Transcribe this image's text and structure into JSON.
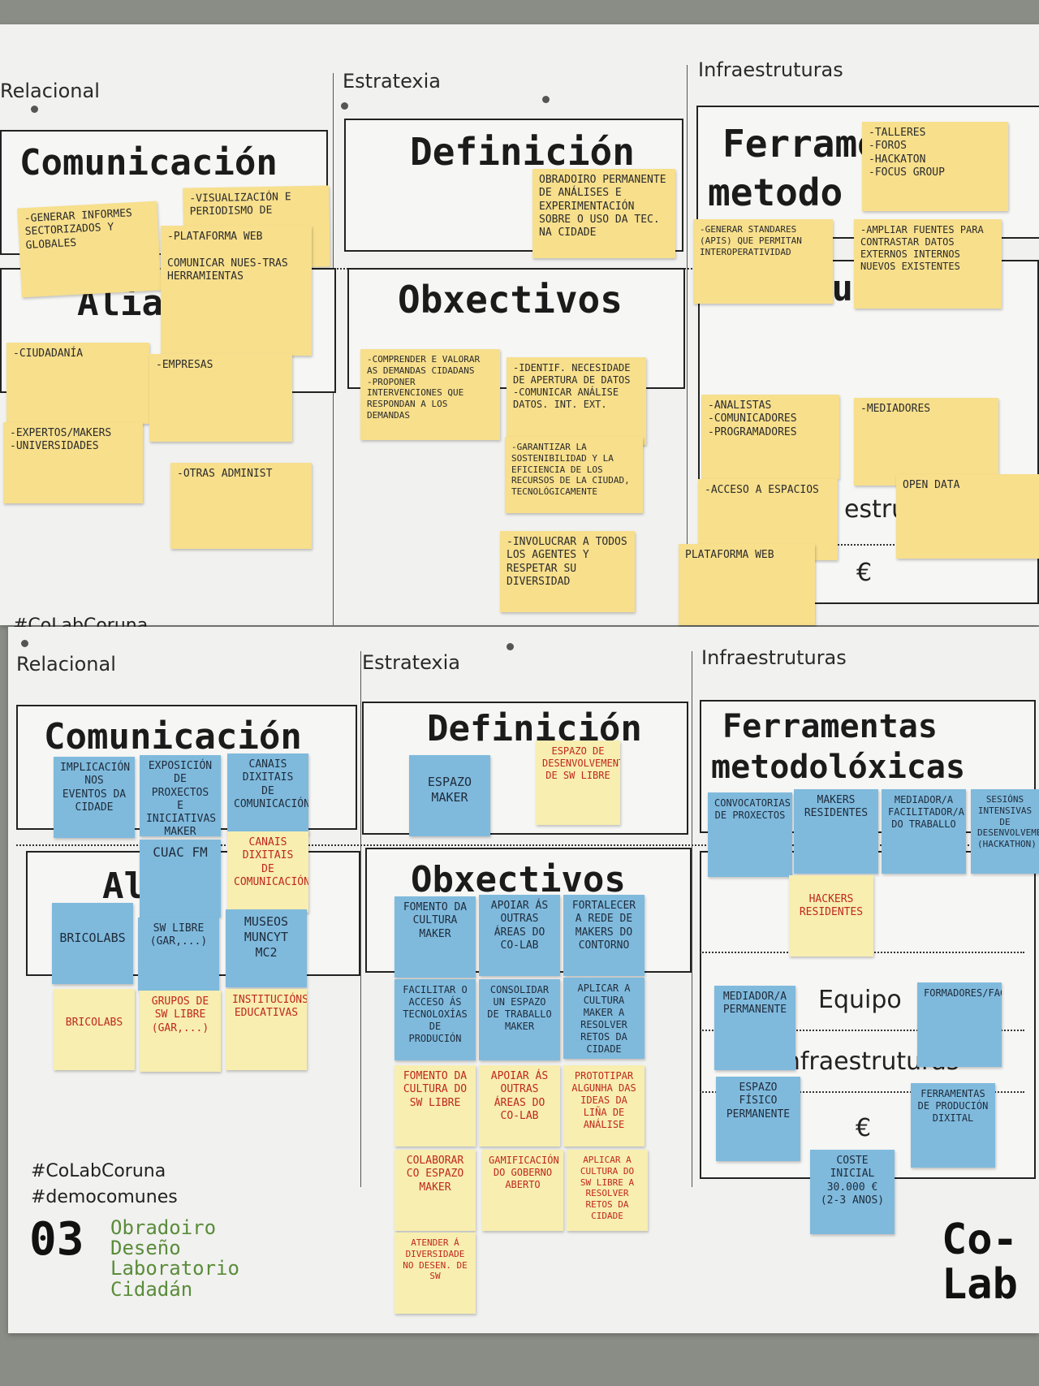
{
  "top": {
    "sections": [
      "Relacional",
      "Estratexia",
      "Infraestruturas"
    ],
    "headings": {
      "comunicacion": "Comunicación",
      "alianzas": "Alia",
      "definicion": "Definición",
      "obxectivos": "Obxectivos",
      "ferramentas": "Ferrame",
      "metodo": "metodo",
      "recursos": "Recursos",
      "estru": "estru",
      "euro": "€"
    },
    "notes": {
      "n1": "-Generar informes sectorizados y globales",
      "n2": "-Visualización e periodismo de",
      "n3": "-Plataforma web\n\nComunicar nues-tras herramientas",
      "n4": "-Ciudadanía",
      "n5": "-Empresas",
      "n6": "-Expertos/makers\n-Universidades",
      "n7": "-Otras administ",
      "n8": "Obradoiro permanente de análises e experimentación sobre o uso da tec. na cidade",
      "n9": "-Comprender e valorar as demandas cidadans\n-Proponer intervenciones que respondan a los demandas",
      "n10": "-Identif. necesidade de apertura de datos\n-Comunicar análise datos. Int. Ext.",
      "n11": "-Garantizar la sostenibilidad y la eficiencia de los recursos de la ciudad, tecnológicamente",
      "n12": "-Involucrar a todos los agentes y respetar su diversidad",
      "n13": "-Talleres\n-Foros\n-Hackaton\n-Focus group",
      "n14": "-Generar standares (APIs) que permitan interoperatividad",
      "n15": "-Ampliar fuentes para contrastar datos externos internos\nnuevos existentes",
      "n16": "-Analistas\n-Comunicadores\n-Programadores",
      "n17": "-Mediadores",
      "n18": "-Acceso a espacios",
      "n19": "Open data",
      "n20": "Plataforma web"
    },
    "hashtag": "#CoLabCoruna"
  },
  "bottom": {
    "sections": [
      "Relacional",
      "Estratexia",
      "Infraestruturas"
    ],
    "headings": {
      "comunicacion": "Comunicación",
      "alianzas": "Al",
      "definicion": "Definición",
      "obxectivos": "Obxectivos",
      "ferramentas": "Ferramentas",
      "metodo": "metodolóxicas",
      "equipo": "Equipo",
      "infra": "Infraestruturas",
      "euro": "€"
    },
    "notes": {
      "b1": "Implicación nos eventos da cidade",
      "b2": "Exposición de proxectos e iniciativas maker",
      "b3": "Canais dixitais de comunicación",
      "b4": "Canais dixitais de comunicación",
      "b5": "Cuac FM",
      "b6": "Bricolabs",
      "b7": "SW libre (GAR,...)",
      "b8": "Museos\nmuncyt mc2",
      "b9": "Bricolabs",
      "b10": "Grupos de SW libre (GAR,...)",
      "b11": "Institucións educativas",
      "b12": "Espazo maker",
      "b13": "Espazo de desenvolvemento de SW libre",
      "b14": "Fomento da cultura maker",
      "b15": "Apoiar ás outras áreas do Co-Lab",
      "b16": "Fortalecer a rede de makers do contorno",
      "b17": "Facilitar o acceso ás tecnoloxías de produción",
      "b18": "Consolidar un espazo de traballo maker",
      "b19": "Aplicar a cultura maker a resolver retos da cidade",
      "b20": "Fomento da cultura do SW libre",
      "b21": "Apoiar ás outras áreas do Co-Lab",
      "b22": "Prototipar algunha das ideas da liña de análise",
      "b23": "Colaborar co espazo maker",
      "b24": "Gamificación do goberno aberto",
      "b25": "Aplicar a cultura do SW libre a resolver retos da cidade",
      "b26": "Atender á diversidade no desen. de SW",
      "b27": "Convocatorias de proxectos",
      "b28": "Makers residentes",
      "b29": "Mediador/a facilitador/a do traballo",
      "b30": "Sesións intensivas de desenvolvemento (hackathon)",
      "b31": "Hackers residentes",
      "b32": "Mediador/a permanente",
      "b33": "Formadores/facilitadores",
      "b34": "Espazo físico permanente",
      "b35": "Ferramentas de produción dixital",
      "b36": "Coste inicial\n30.000 €\n(2-3 anos)"
    },
    "hashtags": [
      "#CoLabCoruna",
      "#democomunes"
    ],
    "workshop_number": "03",
    "workshop_title": [
      "Obradoiro",
      "Deseño",
      "Laboratorio",
      "Cidadán"
    ],
    "logo": [
      "Co-",
      "Lab"
    ]
  }
}
